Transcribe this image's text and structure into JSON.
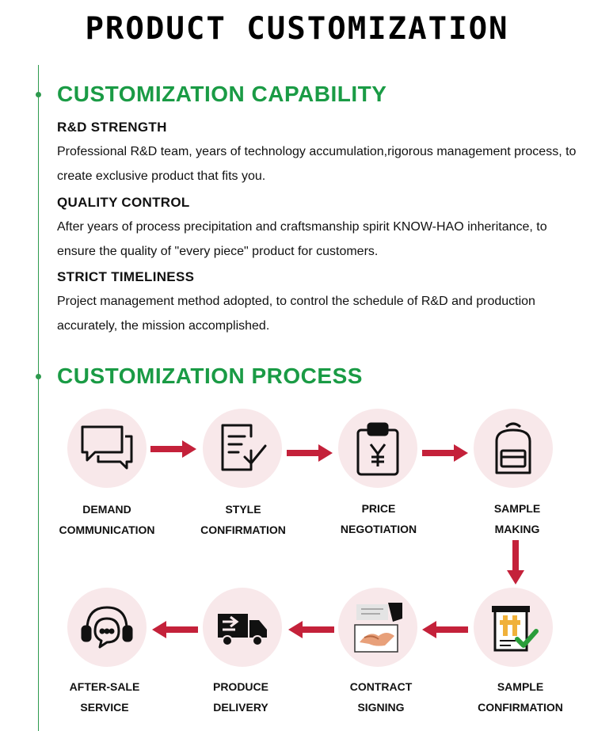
{
  "page_title": "PRODUCT CUSTOMIZATION",
  "colors": {
    "accent_green": "#1a9b45",
    "arrow_red": "#c4213a",
    "circle_pink": "#f8e8ea"
  },
  "capability": {
    "title": "CUSTOMIZATION  CAPABILITY",
    "items": [
      {
        "heading": "R&D STRENGTH",
        "text": "Professional R&D team, years of technology accumulation,rigorous management process, to create exclusive product that fits you."
      },
      {
        "heading": "QUALITY CONTROL",
        "text": "After years of process precipitation and craftsmanship spirit KNOW-HAO inheritance, to ensure the quality of \"every piece\" product for customers."
      },
      {
        "heading": "STRICT TIMELINESS",
        "text": "Project management method adopted, to control the schedule of R&D and production accurately, the mission accomplished."
      }
    ]
  },
  "process": {
    "title": "CUSTOMIZATION PROCESS",
    "steps": [
      {
        "line1": "DEMAND",
        "line2": "COMMUNICATION",
        "icon": "chat-bubbles-icon"
      },
      {
        "line1": "STYLE",
        "line2": "CONFIRMATION",
        "icon": "document-check-icon"
      },
      {
        "line1": "PRICE",
        "line2": "NEGOTIATION",
        "icon": "clipboard-yen-icon"
      },
      {
        "line1": "SAMPLE",
        "line2": "MAKING",
        "icon": "backpack-icon"
      },
      {
        "line1": "SAMPLE",
        "line2": "CONFIRMATION",
        "icon": "sample-confirm-icon"
      },
      {
        "line1": "CONTRACT",
        "line2": "SIGNING",
        "icon": "handshake-icon"
      },
      {
        "line1": "PRODUCE",
        "line2": "DELIVERY",
        "icon": "truck-icon"
      },
      {
        "line1": "AFTER-SALE",
        "line2": "SERVICE",
        "icon": "headset-icon"
      }
    ]
  }
}
